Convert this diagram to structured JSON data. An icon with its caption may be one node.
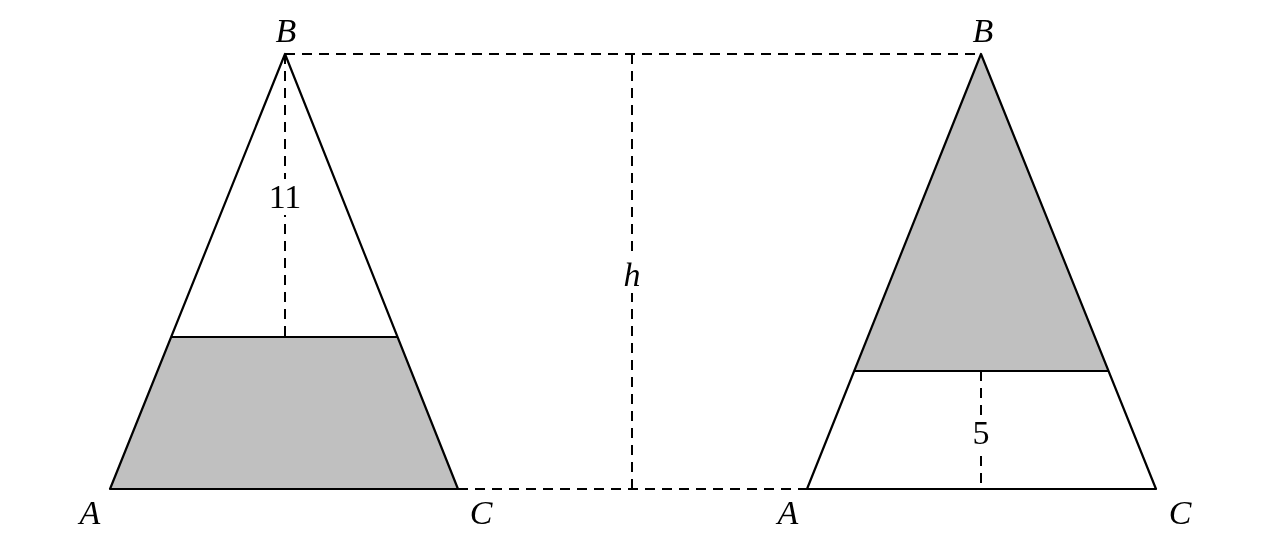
{
  "diagram": {
    "labels": [
      "B",
      "B",
      "11",
      "h",
      "5",
      "A",
      "C",
      "A",
      "C"
    ]
  }
}
